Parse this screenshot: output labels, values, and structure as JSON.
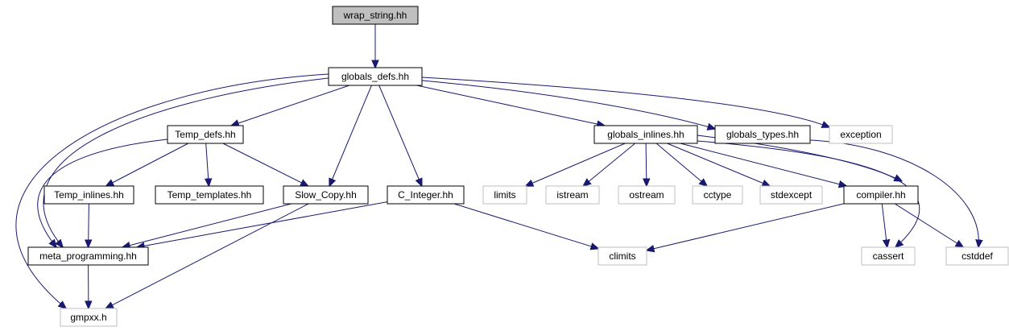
{
  "graph": {
    "colors": {
      "edge": "#191970",
      "internal_border": "#000000",
      "external_border": "#bfbfbf",
      "root_fill": "#bfbfbf",
      "node_fill": "#ffffff"
    },
    "nodes": [
      {
        "id": "wrap_string",
        "label": "wrap_string.hh",
        "kind": "root"
      },
      {
        "id": "globals_defs",
        "label": "globals_defs.hh",
        "kind": "internal"
      },
      {
        "id": "Temp_defs",
        "label": "Temp_defs.hh",
        "kind": "internal"
      },
      {
        "id": "globals_inlines",
        "label": "globals_inlines.hh",
        "kind": "internal"
      },
      {
        "id": "globals_types",
        "label": "globals_types.hh",
        "kind": "internal"
      },
      {
        "id": "exception",
        "label": "exception",
        "kind": "external"
      },
      {
        "id": "Temp_inlines",
        "label": "Temp_inlines.hh",
        "kind": "internal"
      },
      {
        "id": "Temp_templates",
        "label": "Temp_templates.hh",
        "kind": "internal"
      },
      {
        "id": "Slow_Copy",
        "label": "Slow_Copy.hh",
        "kind": "internal"
      },
      {
        "id": "C_Integer",
        "label": "C_Integer.hh",
        "kind": "internal"
      },
      {
        "id": "limits",
        "label": "limits",
        "kind": "external"
      },
      {
        "id": "istream",
        "label": "istream",
        "kind": "external"
      },
      {
        "id": "ostream",
        "label": "ostream",
        "kind": "external"
      },
      {
        "id": "cctype",
        "label": "cctype",
        "kind": "external"
      },
      {
        "id": "stdexcept",
        "label": "stdexcept",
        "kind": "external"
      },
      {
        "id": "compiler",
        "label": "compiler.hh",
        "kind": "internal"
      },
      {
        "id": "meta_programming",
        "label": "meta_programming.hh",
        "kind": "internal"
      },
      {
        "id": "climits",
        "label": "climits",
        "kind": "external"
      },
      {
        "id": "cassert",
        "label": "cassert",
        "kind": "external"
      },
      {
        "id": "cstddef",
        "label": "cstddef",
        "kind": "external"
      },
      {
        "id": "gmpxx",
        "label": "gmpxx.h",
        "kind": "external"
      }
    ],
    "edges": [
      [
        "wrap_string",
        "globals_defs"
      ],
      [
        "globals_defs",
        "Temp_defs"
      ],
      [
        "globals_defs",
        "Slow_Copy"
      ],
      [
        "globals_defs",
        "C_Integer"
      ],
      [
        "globals_defs",
        "globals_inlines"
      ],
      [
        "globals_defs",
        "globals_types"
      ],
      [
        "globals_defs",
        "exception"
      ],
      [
        "globals_defs",
        "meta_programming"
      ],
      [
        "globals_defs",
        "gmpxx"
      ],
      [
        "Temp_defs",
        "Temp_inlines"
      ],
      [
        "Temp_defs",
        "Temp_templates"
      ],
      [
        "Temp_defs",
        "Slow_Copy"
      ],
      [
        "Temp_defs",
        "meta_programming"
      ],
      [
        "Temp_inlines",
        "meta_programming"
      ],
      [
        "Slow_Copy",
        "meta_programming"
      ],
      [
        "Slow_Copy",
        "gmpxx"
      ],
      [
        "C_Integer",
        "meta_programming"
      ],
      [
        "C_Integer",
        "climits"
      ],
      [
        "meta_programming",
        "gmpxx"
      ],
      [
        "globals_inlines",
        "limits"
      ],
      [
        "globals_inlines",
        "istream"
      ],
      [
        "globals_inlines",
        "ostream"
      ],
      [
        "globals_inlines",
        "cctype"
      ],
      [
        "globals_inlines",
        "stdexcept"
      ],
      [
        "globals_inlines",
        "compiler"
      ],
      [
        "globals_inlines",
        "cassert"
      ],
      [
        "globals_inlines",
        "cstddef"
      ],
      [
        "globals_types",
        "cstddef"
      ],
      [
        "compiler",
        "climits"
      ],
      [
        "compiler",
        "cassert"
      ],
      [
        "compiler",
        "cstddef"
      ]
    ]
  }
}
